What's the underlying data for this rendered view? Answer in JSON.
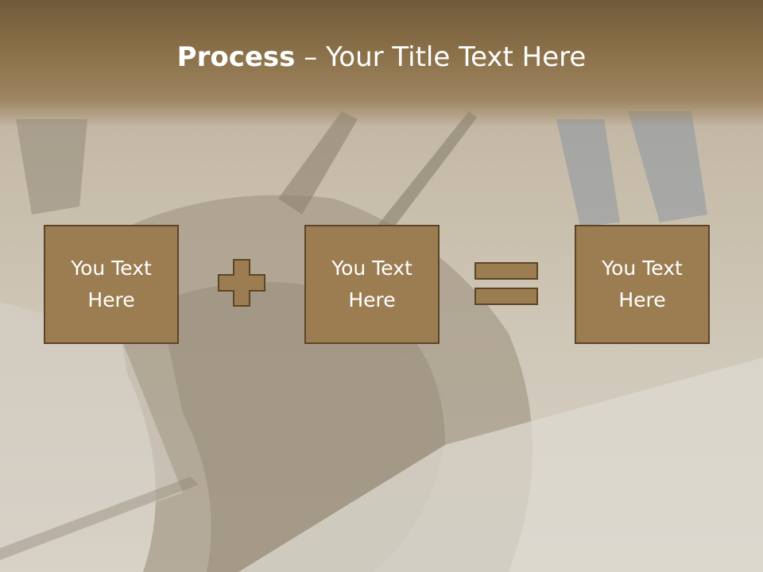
{
  "slide": {
    "title_bold": "Process",
    "title_sep": " – ",
    "title_rest": "Your Title Text Here"
  },
  "boxes": [
    {
      "text": "You Text Here"
    },
    {
      "text": "You Text Here"
    },
    {
      "text": "You Text Here"
    }
  ],
  "operators": [
    "plus-icon",
    "equals-icon"
  ],
  "colors": {
    "box_fill": "#9c7d52",
    "box_border": "#5c4526",
    "header": "#8a7048",
    "text": "#ffffff"
  }
}
